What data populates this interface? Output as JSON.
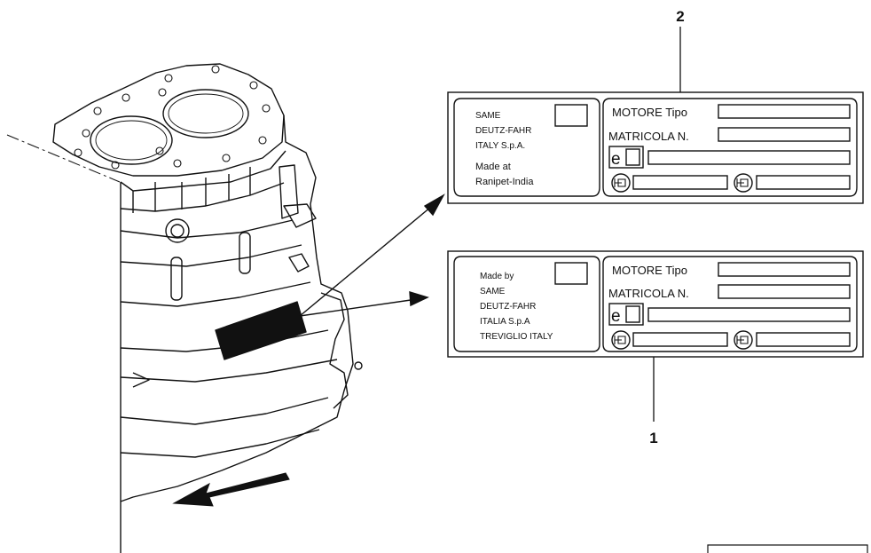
{
  "callouts": {
    "top": "2",
    "bottom": "1"
  },
  "plate_top": {
    "company_lines": [
      "SAME",
      "DEUTZ-FAHR",
      "ITALY  S.p.A."
    ],
    "made_lines": [
      "Made at",
      "Ranipet-India"
    ],
    "engine_type_label": "MOTORE Tipo",
    "serial_label": "MATRICOLA N.",
    "e_mark": "e"
  },
  "plate_bottom": {
    "company_lines": [
      "Made by",
      "SAME",
      "DEUTZ-FAHR",
      "ITALIA S.p.A",
      "TREVIGLIO ITALY"
    ],
    "engine_type_label": "MOTORE Tipo",
    "serial_label": "MATRICOLA N.",
    "e_mark": "e"
  }
}
